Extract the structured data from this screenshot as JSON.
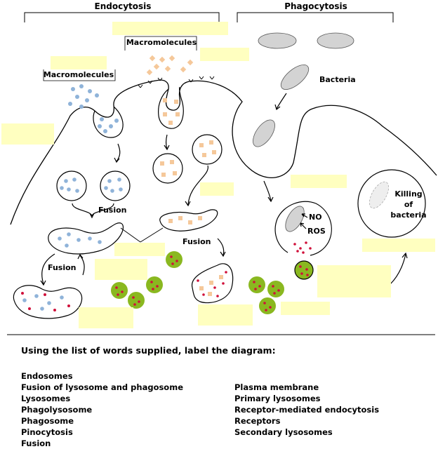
{
  "headings": {
    "endocytosis": "Endocytosis",
    "phagocytosis": "Phagocytosis"
  },
  "labels": {
    "macromolecules_top": "Macromolecules",
    "macromolecules_left": "Macromolecules",
    "bacteria": "Bacteria",
    "fusion_left": "Fusion",
    "fusion_mid": "Fusion",
    "fusion_bottom": "Fusion",
    "no": "NO",
    "ros": "ROS",
    "killing_line1": "Killing",
    "killing_line2": "of",
    "killing_line3": "bacteria"
  },
  "instructions": "Using the list of words supplied, label the diagram:",
  "word_list": {
    "column1": [
      "Endosomes",
      "Fusion of lysosome and phagosome",
      "Lysosomes",
      "Phagolysosome",
      "Phagosome",
      "Pinocytosis",
      "Fusion"
    ],
    "column2": [
      "Plasma membrane",
      "Primary lysosomes",
      "Receptor-mediated endocytosis",
      "Receptors",
      "Secondary lysosomes"
    ]
  },
  "colors": {
    "label_box": "#ffffc0",
    "blue_dot": "#8fb3d9",
    "orange_square": "#f5c89a",
    "lysosome_green": "#8ab820",
    "red_dot": "#d0103a",
    "bacterium_grey": "#d3d3d3"
  }
}
